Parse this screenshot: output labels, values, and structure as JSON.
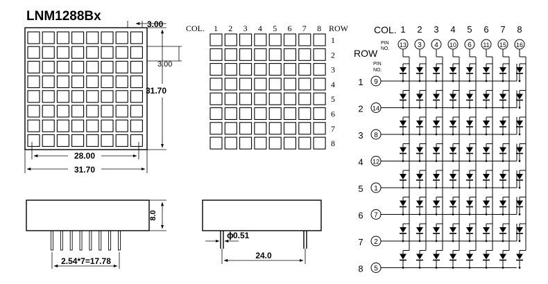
{
  "title": "LNM1288Bx",
  "dims": {
    "pitch_top": "3.00",
    "pitch_side": "3.00",
    "height": "31.70",
    "inner_width": "28.00",
    "outer_width": "31.70",
    "depth": "8.0",
    "pin_span": "2.54*7=17.78",
    "pin_diameter": "0.51",
    "pin_diameter_symbol": "ϕ",
    "row_spacing": "24.0"
  },
  "grid": {
    "col_header": "COL.",
    "row_header": "ROW",
    "columns": [
      "1",
      "2",
      "3",
      "4",
      "5",
      "6",
      "7",
      "8"
    ],
    "rows": [
      "1",
      "2",
      "3",
      "4",
      "5",
      "6",
      "7",
      "8"
    ]
  },
  "schematic": {
    "col_header": "COL.",
    "row_header": "ROW",
    "pin_label_line1": "PIN",
    "pin_label_line2": "NO.",
    "columns": [
      {
        "num": "1",
        "pin": "13"
      },
      {
        "num": "2",
        "pin": "3"
      },
      {
        "num": "3",
        "pin": "4"
      },
      {
        "num": "4",
        "pin": "10"
      },
      {
        "num": "5",
        "pin": "6"
      },
      {
        "num": "6",
        "pin": "11"
      },
      {
        "num": "7",
        "pin": "15"
      },
      {
        "num": "8",
        "pin": "16"
      }
    ],
    "rows": [
      {
        "num": "1",
        "pin": "9"
      },
      {
        "num": "2",
        "pin": "14"
      },
      {
        "num": "3",
        "pin": "8"
      },
      {
        "num": "4",
        "pin": "12"
      },
      {
        "num": "5",
        "pin": "1"
      },
      {
        "num": "6",
        "pin": "7"
      },
      {
        "num": "7",
        "pin": "2"
      },
      {
        "num": "8",
        "pin": "5"
      }
    ]
  }
}
